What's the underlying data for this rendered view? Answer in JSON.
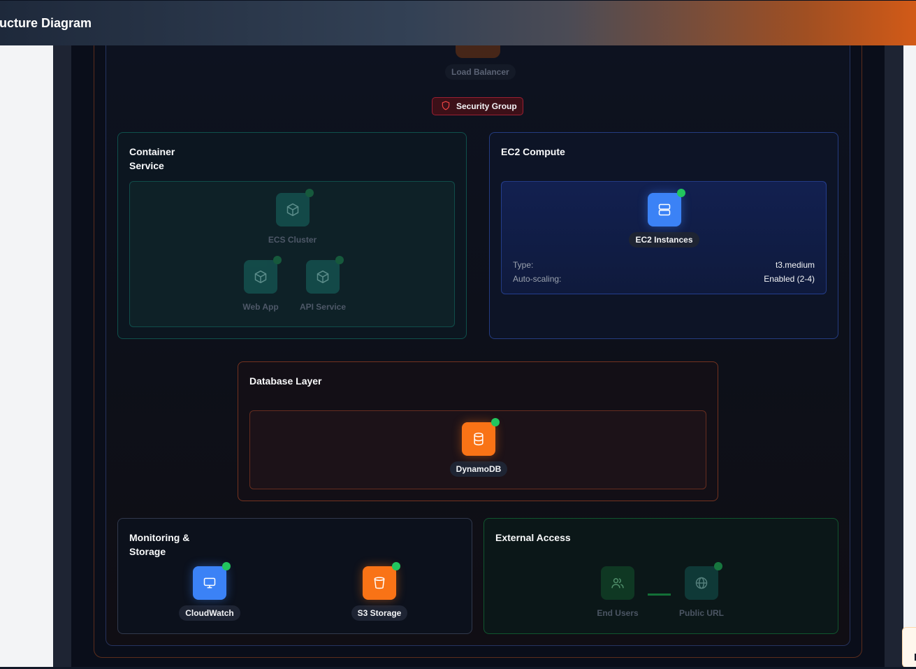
{
  "header": {
    "title": "ructure Diagram"
  },
  "diagram": {
    "load_balancer": {
      "label": "Load Balancer"
    },
    "security_group": {
      "label": "Security Group"
    },
    "container_service": {
      "title": "Container Service",
      "nodes": {
        "cluster": "ECS Cluster",
        "web_app": "Web App",
        "api_service": "API Service"
      }
    },
    "ec2_compute": {
      "title": "EC2 Compute",
      "node": "EC2 Instances",
      "details": [
        {
          "key": "Type:",
          "value": "t3.medium"
        },
        {
          "key": "Auto-scaling:",
          "value": "Enabled (2-4)"
        }
      ]
    },
    "database_layer": {
      "title": "Database Layer",
      "node": "DynamoDB"
    },
    "monitoring_storage": {
      "title": "Monitoring & Storage",
      "nodes": {
        "cloudwatch": "CloudWatch",
        "s3": "S3 Storage"
      }
    },
    "external_access": {
      "title": "External Access",
      "nodes": {
        "users": "End Users",
        "url": "Public URL"
      }
    }
  },
  "colors": {
    "accent_orange": "#f97316",
    "accent_blue": "#3b82f6",
    "status_green": "#22c55e",
    "security_red": "#9b1f33",
    "canvas_bg": "#0a0e1a"
  },
  "icons": {
    "security_group": "shield-icon",
    "container_nodes": "cube-icon",
    "ec2_node": "server-icon",
    "database_node": "database-icon",
    "cloudwatch_node": "monitor-icon",
    "s3_node": "bucket-icon",
    "users_node": "users-icon",
    "url_node": "globe-icon"
  }
}
